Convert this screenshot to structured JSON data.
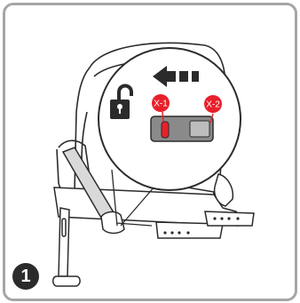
{
  "step": {
    "number": "1"
  },
  "labels": {
    "x1": "X-1",
    "x2": "X-2"
  },
  "colors": {
    "frame_border": "#a6a6a6",
    "accent_red": "#e8202a",
    "line": "#2b2b2b",
    "button_gray": "#8a8a8a"
  },
  "icons": [
    "unlocked-padlock-icon",
    "arrow-left-icon",
    "isofix-latch-button"
  ]
}
